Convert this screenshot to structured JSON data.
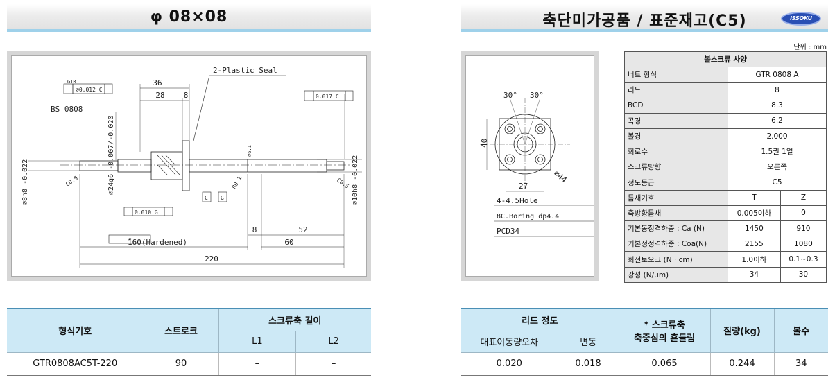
{
  "left_title": "φ 08×08",
  "right_title": "축단미가공품 / 표준재고(C5)",
  "logo_text": "ISSOKU",
  "unit": "단위 : mm",
  "drawing_main": {
    "dims": {
      "d36": "36",
      "d28": "28",
      "d8a": "8",
      "d8b": "8",
      "d52": "52",
      "d60": "60",
      "d160": "160(Hardened)",
      "d220": "220"
    },
    "labels": {
      "plastic_seal": "2-Plastic Seal",
      "gtr": "GTR",
      "bs": "BS 0808",
      "phi8h8": "⌀8h8 -0.022",
      "phi24g6": "⌀24g6 -0.007/-0.020",
      "phi10h8": "⌀10h8 -0.022",
      "tol1": "⌀0.012 C",
      "tol2": "0.017 C",
      "tol3": "0.010 G",
      "c05a": "C0.5",
      "c05b": "C0.5",
      "ra": "R0.1",
      "star": "*",
      "c": "C",
      "g": "G",
      "phi6": "⌀6.1"
    }
  },
  "drawing_nut": {
    "angle1": "30°",
    "angle2": "30°",
    "d40": "40",
    "d27": "27",
    "phi44": "⌀44",
    "holes": "4-4.5Hole",
    "boring": "8C.Boring dp4.4",
    "pcd": "PCD34"
  },
  "spec": {
    "title": "볼스크류 사양",
    "rows": [
      {
        "label": "너트 형식",
        "value": "GTR 0808 A"
      },
      {
        "label": "리드",
        "value": "8"
      },
      {
        "label": "BCD",
        "value": "8.3"
      },
      {
        "label": "곡경",
        "value": "6.2"
      },
      {
        "label": "볼경",
        "value": "2.000"
      },
      {
        "label": "회로수",
        "value": "1.5권 1열"
      },
      {
        "label": "스크류방향",
        "value": "오른쪽"
      },
      {
        "label": "정도등급",
        "value": "C5"
      }
    ],
    "rows2": [
      {
        "label": "틈새기호",
        "v1": "T",
        "v2": "Z"
      },
      {
        "label": "축방향틈새",
        "v1": "0.005이하",
        "v2": "0"
      },
      {
        "label": "기본동정격하중 : Ca (N)",
        "v1": "1450",
        "v2": "910"
      },
      {
        "label": "기본정정격하중 : Coa(N)",
        "v1": "2155",
        "v2": "1080"
      },
      {
        "label": "회전토오크 (N · cm)",
        "v1": "1.0이하",
        "v2": "0.1~0.3"
      },
      {
        "label": "강성 (N/μm)",
        "v1": "34",
        "v2": "30"
      }
    ]
  },
  "table_left": {
    "headers": {
      "model": "형식기호",
      "stroke": "스트로크",
      "length": "스크류축 길이",
      "l1": "L1",
      "l2": "L2"
    },
    "row": {
      "model": "GTR0808AC5T-220",
      "stroke": "90",
      "l1": "–",
      "l2": "–"
    }
  },
  "table_right": {
    "headers": {
      "lead_acc": "리드 정도",
      "rep": "대표이동량오차",
      "var": "변동",
      "runout_l1": "* 스크류축",
      "runout_l2": "축중심의 흔들림",
      "mass": "질량(kg)",
      "qty": "볼수"
    },
    "row": {
      "rep": "0.020",
      "var": "0.018",
      "runout": "0.065",
      "mass": "0.244",
      "qty": "34"
    }
  }
}
